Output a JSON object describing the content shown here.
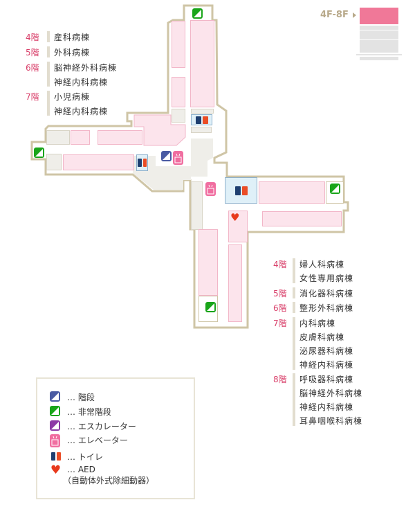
{
  "floor_indicator": {
    "label": "4F-8F",
    "active_color": "#f07898"
  },
  "left_list": [
    {
      "floor": "4階",
      "depts": [
        "産科病棟"
      ]
    },
    {
      "floor": "5階",
      "depts": [
        "外科病棟"
      ]
    },
    {
      "floor": "6階",
      "depts": [
        "脳神経外科病棟",
        "神経内科病棟"
      ]
    },
    {
      "floor": "7階",
      "depts": [
        "小児病棟",
        "神経内科病棟"
      ]
    }
  ],
  "right_list": [
    {
      "floor": "4階",
      "depts": [
        "婦人科病棟",
        "女性専用病棟"
      ]
    },
    {
      "floor": "5階",
      "depts": [
        "消化器科病棟"
      ]
    },
    {
      "floor": "6階",
      "depts": [
        "整形外科病棟"
      ]
    },
    {
      "floor": "7階",
      "depts": [
        "内科病棟",
        "皮膚科病棟",
        "泌尿器科病棟",
        "神経内科病棟"
      ]
    },
    {
      "floor": "8階",
      "depts": [
        "呼吸器科病棟",
        "脳神経外科病棟",
        "神経内科病棟",
        "耳鼻咽喉科病棟"
      ]
    }
  ],
  "legend": [
    {
      "icon": "stairs-icon",
      "label": "… 階段"
    },
    {
      "icon": "emergency-stairs-icon",
      "label": "… 非常階段"
    },
    {
      "icon": "escalator-icon",
      "label": "… エスカレーター"
    },
    {
      "icon": "elevator-icon",
      "label": "… エレベーター"
    },
    {
      "icon": "toilet-icon",
      "label": "… トイレ"
    },
    {
      "icon": "aed-icon",
      "label": "… AED",
      "sub": "（自動体外式除細動器）"
    }
  ]
}
